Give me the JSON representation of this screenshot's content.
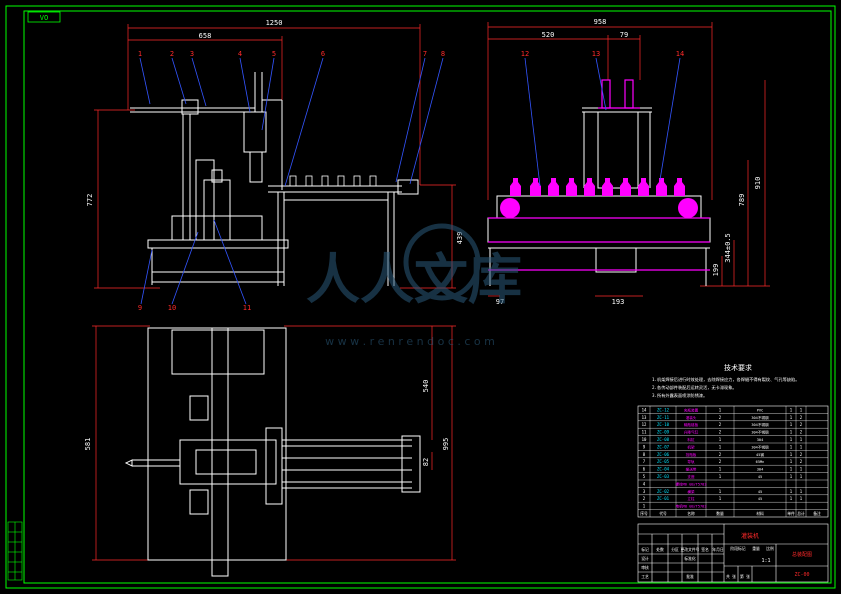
{
  "sheet": {
    "corner_code": "VO",
    "border_color": "#00ff00",
    "line_white": "#ffffff",
    "dim_color": "#ff2a2a",
    "leader_color": "#3355ff",
    "magenta": "#ff00ff",
    "cyan": "#00e5ff"
  },
  "watermark": {
    "text": "人人文库",
    "url": "w w w . r e n r e n d o c . c o m",
    "logo": "renrendoc-logo-icon"
  },
  "front_view": {
    "dims": {
      "total_width": "1250",
      "left_width": "658",
      "height": "772",
      "conveyor_height": "439"
    },
    "parts": [
      "1",
      "2",
      "3",
      "4",
      "5",
      "6",
      "7",
      "8",
      "9",
      "10",
      "11"
    ]
  },
  "side_view": {
    "dims": {
      "total_width": "958",
      "left_width": "520",
      "mid": "79",
      "height": "910",
      "h2": "789",
      "h3": "344±0.5",
      "h4": "199",
      "bottom": "193",
      "offset": "97"
    },
    "parts": [
      "12",
      "13",
      "14"
    ]
  },
  "top_view": {
    "dims": {
      "left_height": "581",
      "r1": "540",
      "r2": "82",
      "r3": "995"
    }
  },
  "notes": {
    "title": "技术要求",
    "lines": [
      "1.机架焊接后进行时效处理，去除焊接应力，各焊缝不得有裂纹、气孔等缺陷。",
      "2.各传动部件装配后运转灵活，无卡滞现象。",
      "3.所有外露表面喷涂防锈漆。"
    ]
  },
  "bom": {
    "rows": [
      {
        "no": "14",
        "code": "ZC-12",
        "name": "夹瓶装置",
        "qty": "1",
        "mat": "PVC",
        "w1": "1",
        "w2": "1"
      },
      {
        "no": "13",
        "code": "ZC-11",
        "name": "灌装头",
        "qty": "2",
        "mat": "304不锈钢",
        "w1": "1",
        "w2": "2"
      },
      {
        "no": "12",
        "code": "ZC-10",
        "name": "输瓶链板",
        "qty": "2",
        "mat": "304不锈钢",
        "w1": "1",
        "w2": "2"
      },
      {
        "no": "11",
        "code": "ZC-09",
        "name": "升降气缸",
        "qty": "2",
        "mat": "304不锈钢",
        "w1": "1",
        "w2": "2"
      },
      {
        "no": "10",
        "code": "ZC-08",
        "name": "料缸",
        "qty": "1",
        "mat": "304",
        "w1": "1",
        "w2": "1"
      },
      {
        "no": "9",
        "code": "ZC-07",
        "name": "机架",
        "qty": "1",
        "mat": "304不锈钢",
        "w1": "1",
        "w2": "1"
      },
      {
        "no": "8",
        "code": "ZC-06",
        "name": "挡瓶板",
        "qty": "2",
        "mat": "45钢",
        "w1": "1",
        "w2": "2"
      },
      {
        "no": "7",
        "code": "ZC-05",
        "name": "导轨",
        "qty": "2",
        "mat": "65Mn",
        "w1": "1",
        "w2": "2"
      },
      {
        "no": "6",
        "code": "ZC-04",
        "name": "输送带",
        "qty": "1",
        "mat": "304",
        "w1": "1",
        "w2": "1"
      },
      {
        "no": "5",
        "code": "ZC-03",
        "name": "支座",
        "qty": "1",
        "mat": "45",
        "w1": "1",
        "w2": "1"
      },
      {
        "no": "4",
        "code": "",
        "name": "螺栓M6 GB/T5783",
        "qty": "",
        "mat": "",
        "w1": "",
        "w2": ""
      },
      {
        "no": "3",
        "code": "ZC-02",
        "name": "横梁",
        "qty": "1",
        "mat": "45",
        "w1": "1",
        "w2": "1"
      },
      {
        "no": "2",
        "code": "ZC-01",
        "name": "立柱",
        "qty": "1",
        "mat": "45",
        "w1": "1",
        "w2": "1"
      },
      {
        "no": "1",
        "code": "",
        "name": "电机M8 GB/T5783",
        "qty": "",
        "mat": "",
        "w1": "",
        "w2": ""
      }
    ],
    "header": {
      "no": "序号",
      "code": "代号",
      "name": "名称",
      "qty": "数量",
      "mat": "材料",
      "w1": "单件",
      "w2": "总计",
      "note": "备注"
    }
  },
  "title_block": {
    "drawing_title": "灌装机",
    "drawing_name": "总装配图",
    "drawing_no": "ZC-00",
    "scale": "1:1",
    "labels": [
      "标记",
      "处数",
      "分区",
      "更改文件号",
      "签名",
      "年月日",
      "设计",
      "标准化",
      "审核",
      "工艺",
      "批准",
      "阶段标记",
      "重量",
      "比例",
      "共 张",
      "第 张"
    ]
  }
}
